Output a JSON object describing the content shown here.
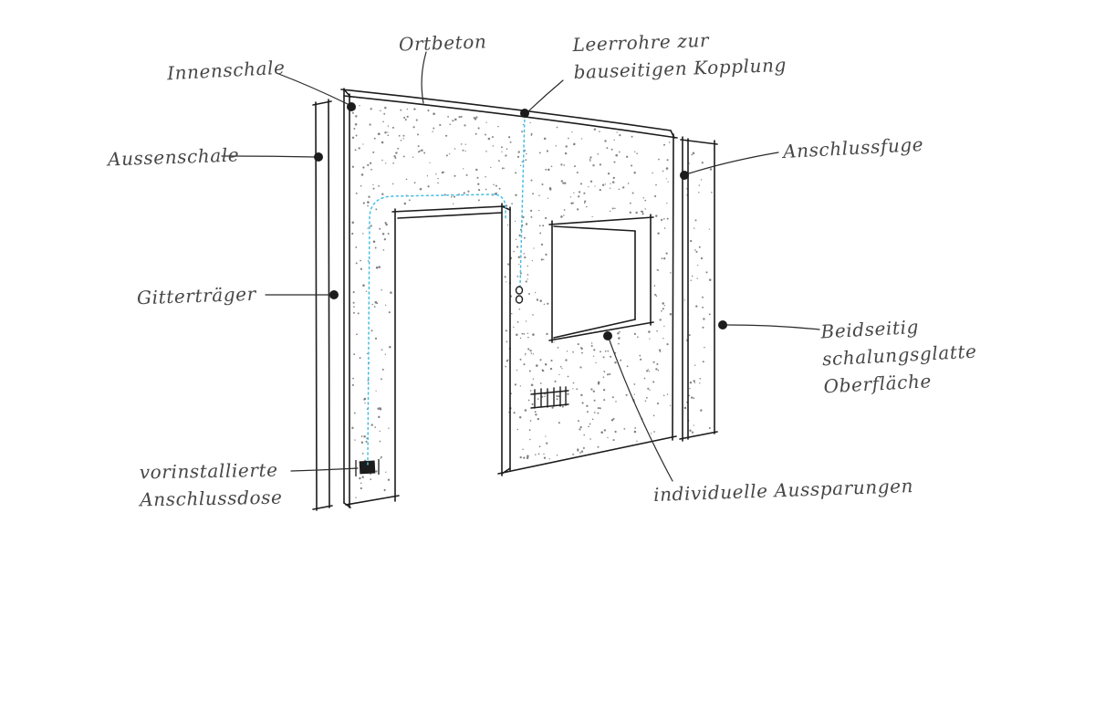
{
  "colors": {
    "background": "#ffffff",
    "ink": "#1c1c1c",
    "label_text": "#474747",
    "conduit_blue": "#45bfe3",
    "stipple": "#6f6f6f"
  },
  "labels": {
    "ortbeton": "Ortbeton",
    "leerrohre": "Leerrohre zur\nbauseitigen Kopplung",
    "innenschale": "Innenschale",
    "aussenschale": "Aussenschale",
    "anschlussfuge": "Anschlussfuge",
    "gittertraeger": "Gitterträger",
    "beidseitig": "Beidseitig\nschalungsglatte\nOberfläche",
    "anschlussdose": "vorinstallierte\nAnschlussdose",
    "aussparungen": "individuelle Aussparungen"
  }
}
